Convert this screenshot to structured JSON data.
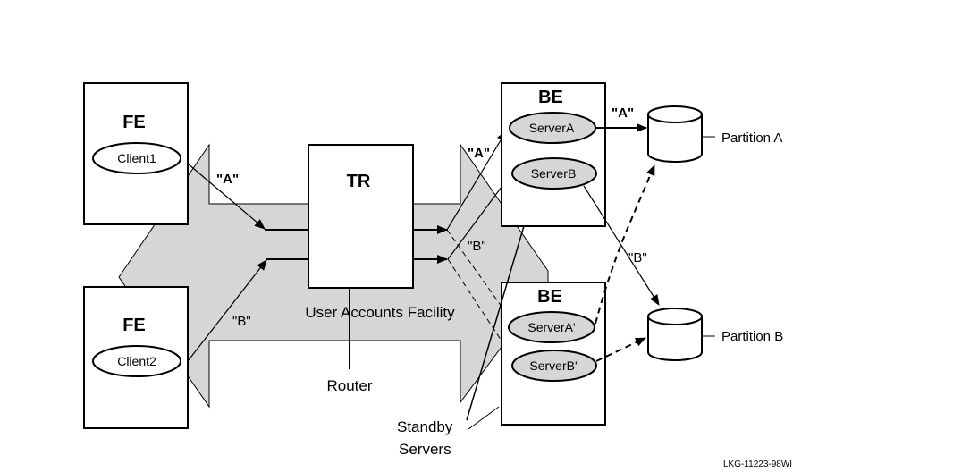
{
  "diagram": {
    "flow_label": "User Accounts Facility",
    "front_ends": [
      {
        "title": "FE",
        "client": "Client1",
        "route": "\"A\""
      },
      {
        "title": "FE",
        "client": "Client2",
        "route": "\"B\""
      }
    ],
    "router": {
      "title": "TR",
      "label": "Router"
    },
    "back_ends": [
      {
        "title": "BE",
        "servers": [
          "ServerA",
          "ServerB"
        ]
      },
      {
        "title": "BE",
        "servers": [
          "ServerA'",
          "ServerB'"
        ]
      }
    ],
    "routes": {
      "a_to_server": "\"A\"",
      "b_to_server": "\"B\"",
      "a_to_partition": "\"A\"",
      "b_to_partition": "\"B\""
    },
    "partitions": [
      "Partition A",
      "Partition B"
    ],
    "standby_label_line1": "Standby",
    "standby_label_line2": "Servers",
    "figure_id": "LKG-11223-98WI",
    "colors": {
      "fill_gray": "#d6d6d6",
      "stroke": "#000000"
    }
  }
}
